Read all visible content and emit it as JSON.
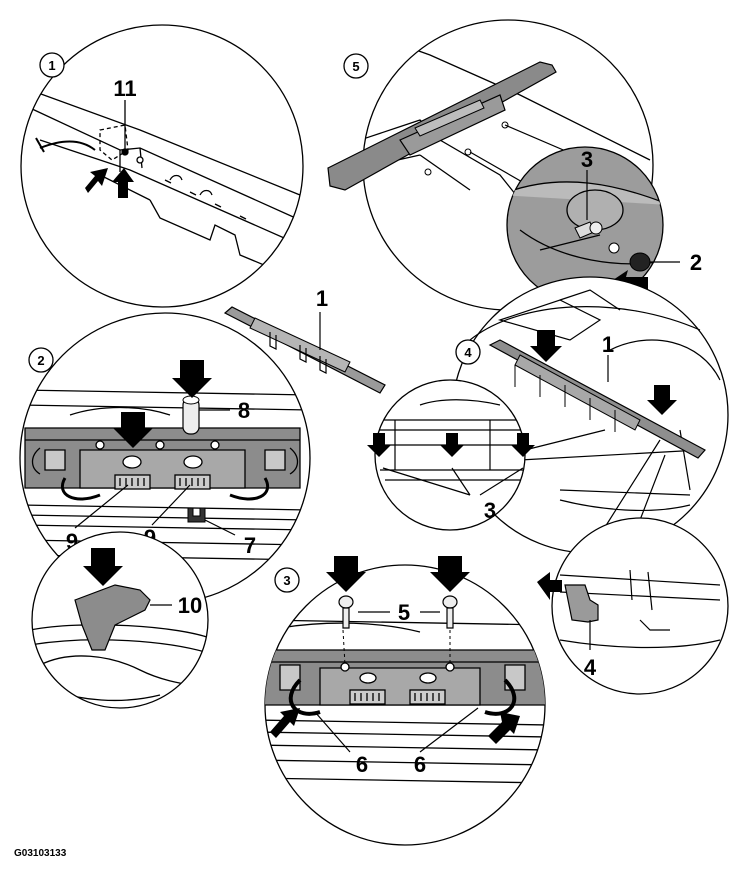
{
  "figure_code": "G03103133",
  "steps": {
    "s1": "1",
    "s2": "2",
    "s3": "3",
    "s4": "4",
    "s5": "5"
  },
  "callouts": {
    "c11": "11",
    "c1_center": "1",
    "c1_right": "1",
    "c3_top": "3",
    "c2_right": "2",
    "c8": "8",
    "c9a": "9",
    "c9b": "9",
    "c7": "7",
    "c10": "10",
    "c3_mid": "3",
    "c5": "5",
    "c6a": "6",
    "c6b": "6",
    "c4": "4"
  }
}
